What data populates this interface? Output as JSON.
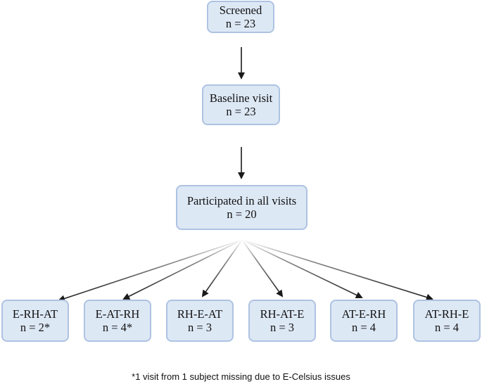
{
  "colors": {
    "box_fill": "#dde8f5",
    "box_border": "#aec3e2",
    "arrow": "#1a1a1a",
    "text": "#111111"
  },
  "nodes": {
    "screened": {
      "title": "Screened",
      "count": "n = 23"
    },
    "baseline": {
      "title": "Baseline visit",
      "count": "n = 23"
    },
    "all_visits": {
      "title": "Participated in all visits",
      "count": "n = 20"
    },
    "groups": [
      {
        "title": "E-RH-AT",
        "count": "n = 2*"
      },
      {
        "title": "E-AT-RH",
        "count": "n = 4*"
      },
      {
        "title": "RH-E-AT",
        "count": "n = 3"
      },
      {
        "title": "RH-AT-E",
        "count": "n = 3"
      },
      {
        "title": "AT-E-RH",
        "count": "n = 4"
      },
      {
        "title": "AT-RH-E",
        "count": "n = 4"
      }
    ]
  },
  "footnote": "*1 visit from 1 subject missing due to E-Celsius issues"
}
